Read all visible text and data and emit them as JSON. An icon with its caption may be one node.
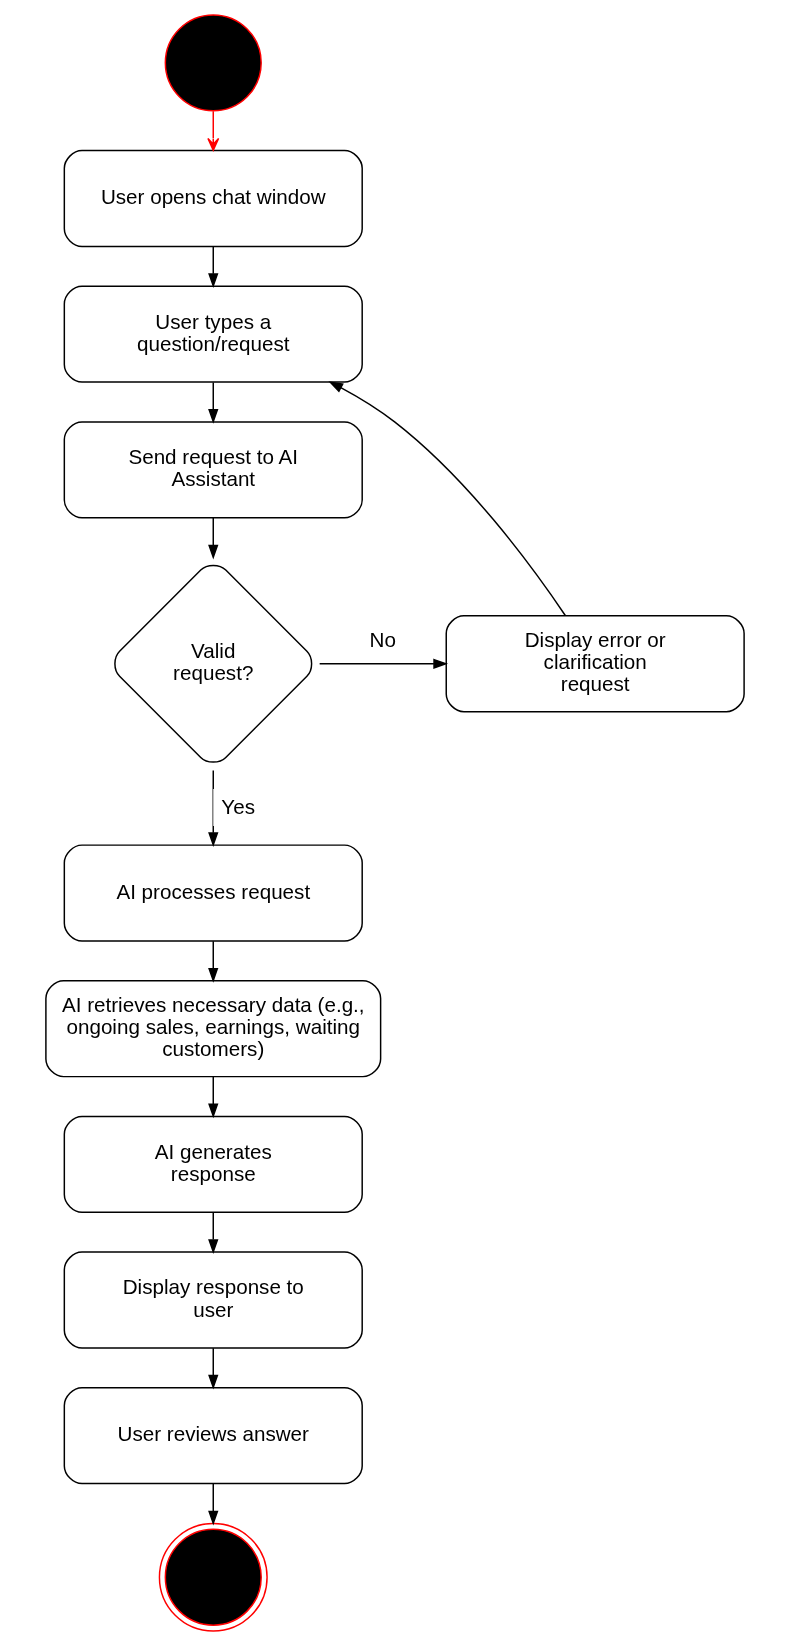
{
  "diagram": {
    "nodes": [
      {
        "text": [],
        "shape": "circle"
      },
      {
        "text": [
          "User opens chat window"
        ]
      },
      {
        "text": [
          "User types a question/request"
        ]
      },
      {
        "text": [
          "Send request to AI Assistant"
        ]
      },
      {
        "text": [
          "Valid request?"
        ]
      },
      {
        "text": [
          "Display error or clarification request"
        ]
      },
      {
        "text": [
          "AI processes request"
        ]
      },
      {
        "text": [
          "AI retrieves necessary data (e.g., ongoing sales, earnings, waiting customers)"
        ]
      },
      {
        "text": [
          "AI generates response"
        ]
      },
      {
        "text": [
          "Display response to user"
        ]
      },
      {
        "text": [
          "User reviews answer"
        ]
      },
      {
        "text": [],
        "shape": "circle"
      }
    ],
    "edges": [
      {
        "from": 0,
        "to": 1,
        "arrow": "to",
        "color": "#ff0000"
      },
      {
        "from": 1,
        "to": 2,
        "arrow": "to"
      },
      {
        "from": 2,
        "to": 3,
        "arrow": "to"
      },
      {
        "from": 3,
        "to": 4,
        "arrow": "to"
      },
      {
        "from": 4,
        "to": 5,
        "arrow": "to",
        "label": "No"
      },
      {
        "from": 5,
        "to": 2,
        "arrow": "to"
      },
      {
        "from": 4,
        "to": 6,
        "arrow": "to",
        "label": "Yes"
      },
      {
        "from": 6,
        "to": 7,
        "arrow": "to"
      },
      {
        "from": 7,
        "to": 8,
        "arrow": "to"
      },
      {
        "from": 8,
        "to": 9,
        "arrow": "to"
      },
      {
        "from": 9,
        "to": 10,
        "arrow": "to"
      },
      {
        "from": 10,
        "to": 11,
        "arrow": "to"
      }
    ]
  }
}
